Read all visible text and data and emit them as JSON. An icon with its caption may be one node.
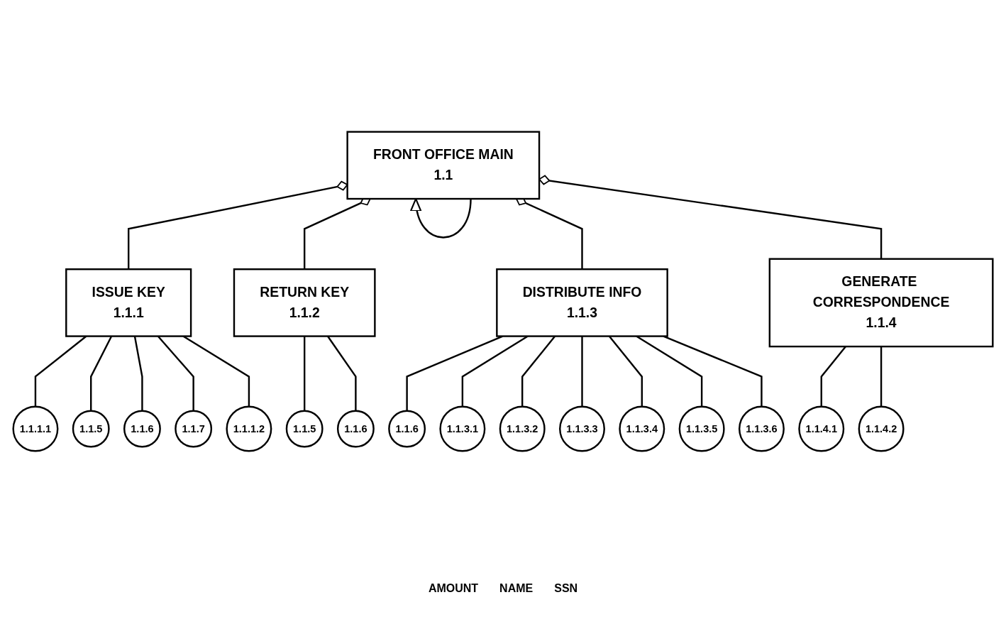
{
  "diagram": {
    "nodes": [
      {
        "text": [
          "FRONT OFFICE MAIN",
          "1.1"
        ]
      },
      {
        "text": [
          "ISSUE KEY",
          "1.1.1"
        ]
      },
      {
        "text": [
          "RETURN KEY",
          "1.1.2"
        ]
      },
      {
        "text": [
          "DISTRIBUTE INFO",
          "1.1.3"
        ]
      },
      {
        "text": [
          "GENERATE CORRESPONDENCE",
          "1.1.4"
        ]
      },
      {
        "text": [
          "1.1.1.1"
        ]
      },
      {
        "text": [
          "1.1.5"
        ]
      },
      {
        "text": [
          "1.1.6"
        ]
      },
      {
        "text": [
          "1.1.7"
        ]
      },
      {
        "text": [
          "1.1.1.2"
        ]
      },
      {
        "text": [
          "1.1.5"
        ]
      },
      {
        "text": [
          "1.1.6"
        ]
      },
      {
        "text": [
          "1.1.6"
        ]
      },
      {
        "text": [
          "1.1.3.1"
        ]
      },
      {
        "text": [
          "1.1.3.2"
        ]
      },
      {
        "text": [
          "1.1.3.3"
        ]
      },
      {
        "text": [
          "1.1.3.4"
        ]
      },
      {
        "text": [
          "1.1.3.5"
        ]
      },
      {
        "text": [
          "1.1.3.6"
        ]
      },
      {
        "text": [
          "1.1.4.1"
        ]
      },
      {
        "text": [
          "1.1.4.2"
        ]
      }
    ],
    "edges": [
      {
        "from": 0,
        "to": 1,
        "arrow": "other"
      },
      {
        "from": 0,
        "to": 2,
        "arrow": "other"
      },
      {
        "from": 0,
        "to": 3,
        "arrow": "other"
      },
      {
        "from": 0,
        "to": 4,
        "arrow": "other"
      },
      {
        "from": 1,
        "to": 5,
        "arrow": "none"
      },
      {
        "from": 1,
        "to": 6,
        "arrow": "none"
      },
      {
        "from": 1,
        "to": 7,
        "arrow": "none"
      },
      {
        "from": 1,
        "to": 8,
        "arrow": "none"
      },
      {
        "from": 1,
        "to": 9,
        "arrow": "none"
      },
      {
        "from": 2,
        "to": 10,
        "arrow": "none"
      },
      {
        "from": 2,
        "to": 11,
        "arrow": "none"
      },
      {
        "from": 3,
        "to": 12,
        "arrow": "none"
      },
      {
        "from": 3,
        "to": 13,
        "arrow": "none"
      },
      {
        "from": 3,
        "to": 14,
        "arrow": "none"
      },
      {
        "from": 3,
        "to": 15,
        "arrow": "none"
      },
      {
        "from": 3,
        "to": 16,
        "arrow": "none"
      },
      {
        "from": 3,
        "to": 17,
        "arrow": "none"
      },
      {
        "from": 3,
        "to": 18,
        "arrow": "none"
      },
      {
        "from": 4,
        "to": 19,
        "arrow": "none"
      },
      {
        "from": 4,
        "to": 20,
        "arrow": "none"
      },
      {
        "from": 0,
        "to": 0,
        "arrow": "to"
      }
    ],
    "labels": [
      "AMOUNT",
      "NAME",
      "SSN"
    ]
  }
}
